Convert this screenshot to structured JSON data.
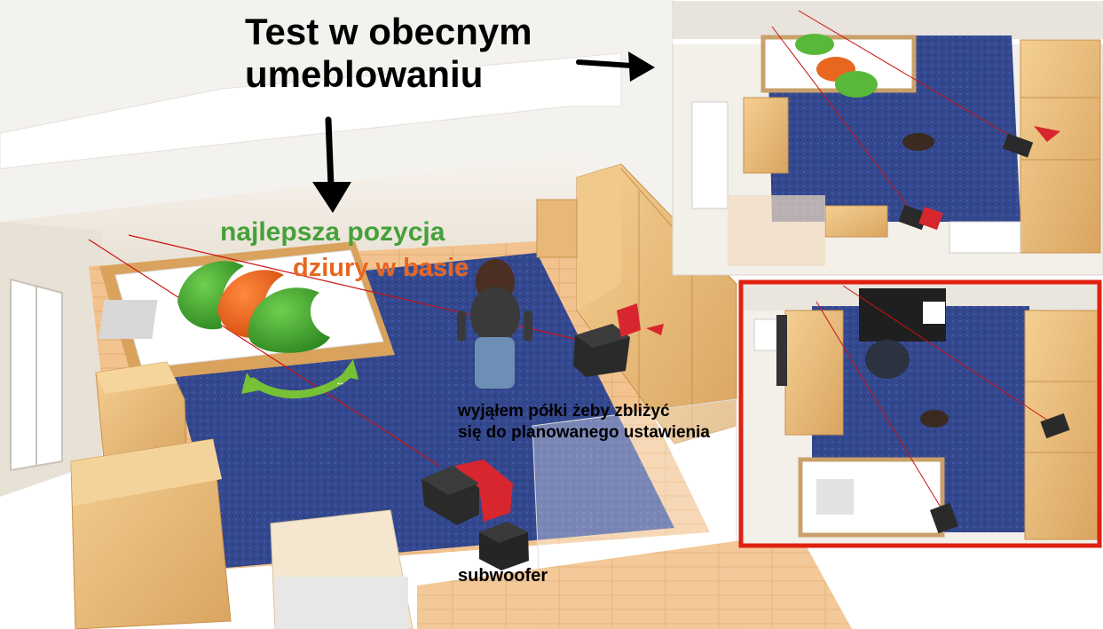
{
  "labels": {
    "title_line1": "Test w obecnym",
    "title_line2": "umeblowaniu",
    "best_position": "najlepsza pozycja",
    "bass_holes": "dziury w basie",
    "shelves_note_line1": "wyjąłem półki żeby zbliżyć",
    "shelves_note_line2": "się do planowanego ustawienia",
    "subwoofer": "subwoofer"
  },
  "colors": {
    "best_position": "#45a13a",
    "bass_holes": "#e8661f",
    "highlight_frame": "#e02010",
    "carpet": "#34488f",
    "speaker_red": "#d7262e",
    "speaker_black": "#2a2a2a",
    "wood": "#e8b877",
    "laser_line": "#cc1111"
  },
  "icons": {
    "arrows": [
      "arrow-right-icon",
      "arrow-down-icon",
      "curved-double-arrow-icon"
    ]
  }
}
